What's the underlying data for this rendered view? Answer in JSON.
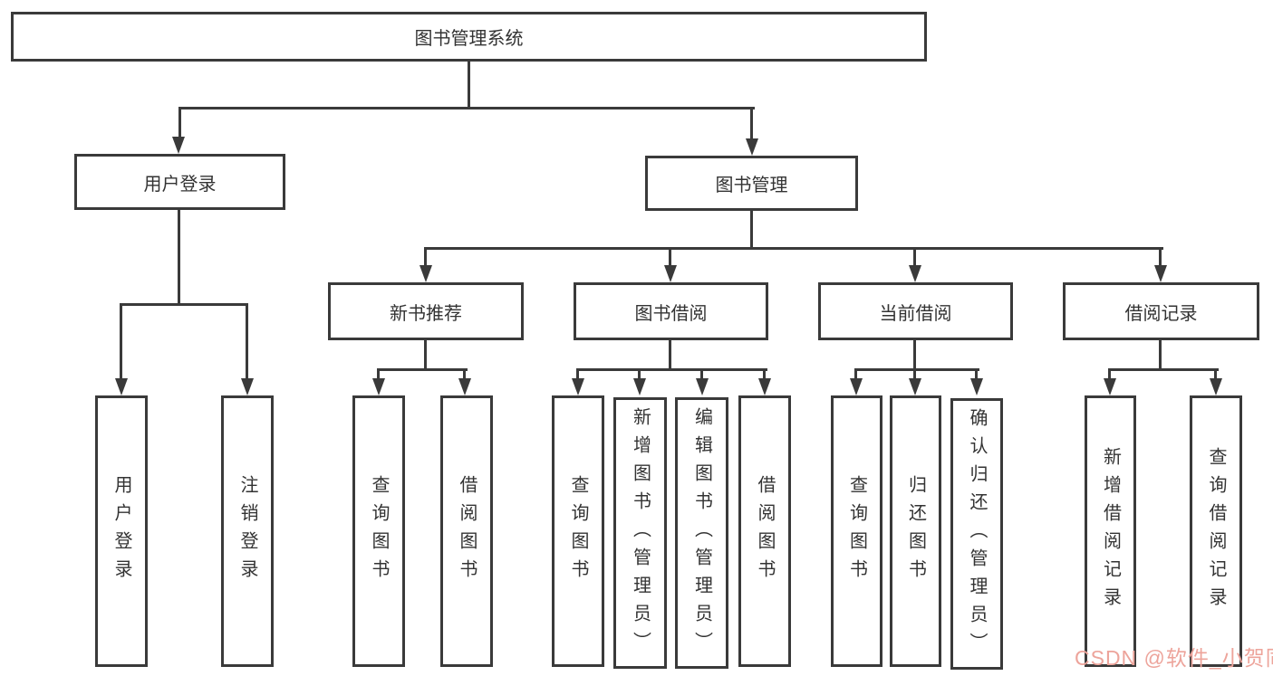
{
  "colors": {
    "line": "#3a3a3a",
    "text": "#333333",
    "watermark": "#eda49b",
    "background": "#ffffff"
  },
  "watermark": {
    "text": "CSDN @软件_小贺同学"
  },
  "tree": {
    "root": "图书管理系统",
    "branches": [
      {
        "label": "用户登录",
        "children": [
          "用户登录",
          "注销登录"
        ]
      },
      {
        "label": "图书管理",
        "children": [
          {
            "label": "新书推荐",
            "children": [
              "查询图书",
              "借阅图书"
            ]
          },
          {
            "label": "图书借阅",
            "children": [
              "查询图书",
              "新增图书（管理员）",
              "编辑图书（管理员）",
              "借阅图书"
            ]
          },
          {
            "label": "当前借阅",
            "children": [
              "查询图书",
              "归还图书",
              "确认归还（管理员）"
            ]
          },
          {
            "label": "借阅记录",
            "children": [
              "新增借阅记录",
              "查询借阅记录"
            ]
          }
        ]
      }
    ]
  }
}
